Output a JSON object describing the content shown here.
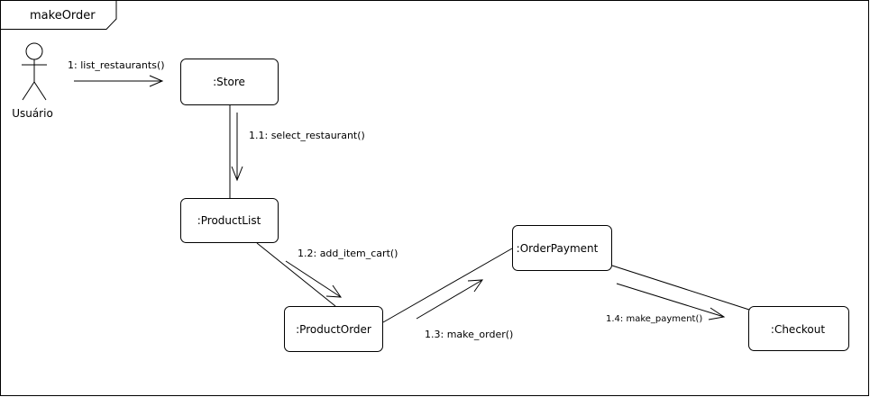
{
  "frame": {
    "title": "makeOrder"
  },
  "actor": {
    "name": "Usuário"
  },
  "objects": {
    "store": ":Store",
    "product_list": ":ProductList",
    "product_order": ":ProductOrder",
    "order_payment": ":OrderPayment",
    "checkout": ":Checkout"
  },
  "messages": {
    "m1": "1: list_restaurants()",
    "m11": "1.1: select_restaurant()",
    "m12": "1.2: add_item_cart()",
    "m13": "1.3: make_order()",
    "m14": "1.4: make_payment()"
  }
}
